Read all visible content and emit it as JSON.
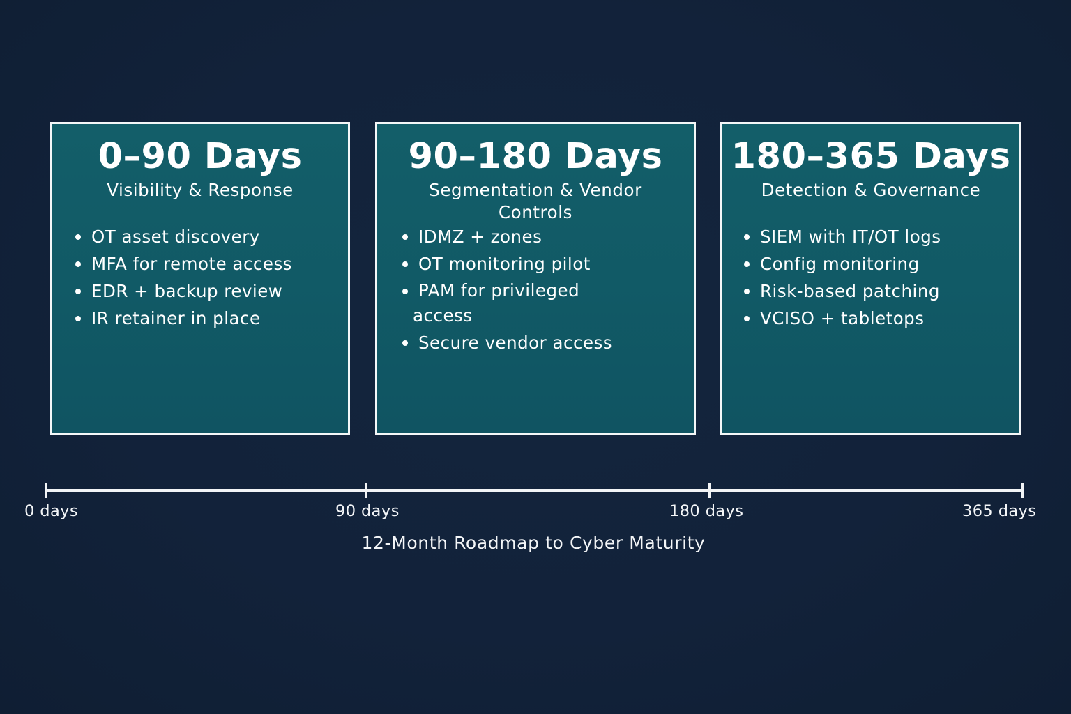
{
  "colors": {
    "background": "#12223a",
    "box_fill": "#125b67",
    "box_border": "#f4f7f8",
    "text": "#ffffff"
  },
  "phases": [
    {
      "title": "0–90 Days",
      "subtitle": "Visibility & Response",
      "items": [
        "OT asset discovery",
        "MFA for remote access",
        "EDR + backup review",
        "IR retainer in place"
      ]
    },
    {
      "title": "90–180 Days",
      "subtitle": "Segmentation & Vendor Controls",
      "items": [
        "IDMZ + zones",
        "OT monitoring pilot",
        "PAM for privileged",
        "Secure vendor access"
      ],
      "item_wrap": "access"
    },
    {
      "title": "180–365 Days",
      "subtitle": "Detection & Governance",
      "items": [
        "SIEM with IT/OT logs",
        "Config monitoring",
        "Risk-based patching",
        "VCISO + tabletops"
      ]
    }
  ],
  "timeline": {
    "ticks": [
      {
        "label": "0 days",
        "value": 0
      },
      {
        "label": "90 days",
        "value": 90
      },
      {
        "label": "180 days",
        "value": 180
      },
      {
        "label": "365 days",
        "value": 365
      }
    ],
    "caption": "12-Month Roadmap to Cyber Maturity"
  }
}
